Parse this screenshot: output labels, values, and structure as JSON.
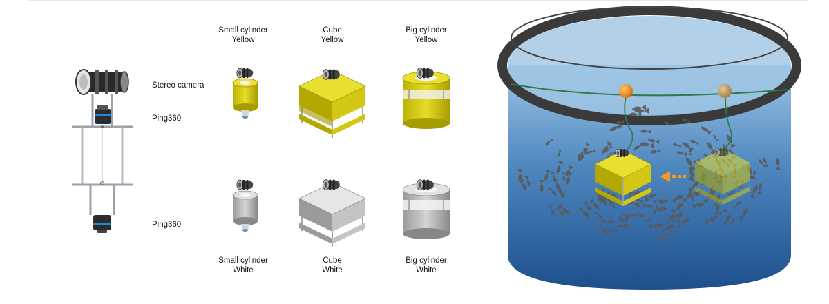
{
  "labels": {
    "stereo_camera": "Stereo camera",
    "ping360_top": "Ping360",
    "ping360_bottom": "Ping360"
  },
  "variants": {
    "small_yellow": {
      "line1": "Small cylinder",
      "line2": "Yellow"
    },
    "cube_yellow": {
      "line1": "Cube",
      "line2": "Yellow"
    },
    "big_yellow": {
      "line1": "Big cylinder",
      "line2": "Yellow"
    },
    "small_white": {
      "line1": "Small cylinder",
      "line2": "White"
    },
    "cube_white": {
      "line1": "Cube",
      "line2": "White"
    },
    "big_white": {
      "line1": "Big cylinder",
      "line2": "White"
    }
  },
  "colors": {
    "yellow": "#d8cc14",
    "yellow_dark": "#a09400",
    "white_gray": "#d9d9d9",
    "gray_dark": "#8c8c8c",
    "water_top": "#7fb2d9",
    "water_bottom": "#1d4f8c",
    "buoy_front": "#f39a1f",
    "buoy_back": "#c9a36a",
    "arrow": "#f39a1f"
  }
}
